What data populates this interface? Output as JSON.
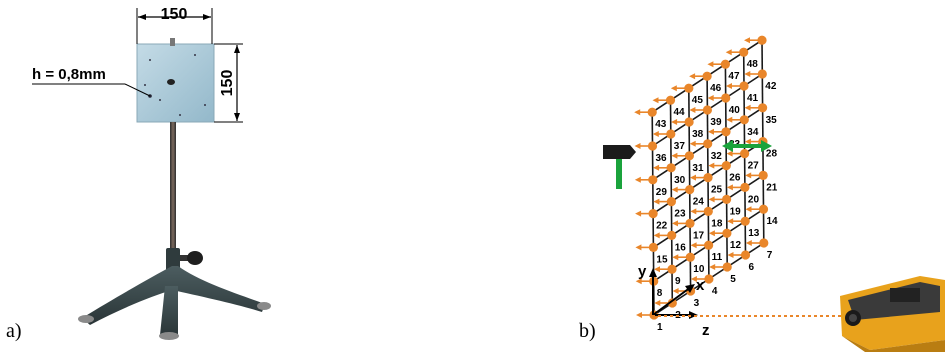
{
  "figure": {
    "panel_a": {
      "label": "a)",
      "plate_width_label": "150",
      "plate_height_label": "150",
      "thickness_label": "h = 0,8mm"
    },
    "panel_b": {
      "label": "b)",
      "axis_x": "x",
      "axis_y": "y",
      "axis_z": "z",
      "point_labels": [
        "1",
        "2",
        "3",
        "4",
        "5",
        "6",
        "7",
        "8",
        "9",
        "10",
        "11",
        "12",
        "13",
        "14",
        "15",
        "16",
        "17",
        "18",
        "19",
        "20",
        "21",
        "22",
        "23",
        "24",
        "25",
        "26",
        "27",
        "28",
        "29",
        "30",
        "31",
        "32",
        "33",
        "34",
        "35",
        "36",
        "37",
        "38",
        "39",
        "40",
        "41",
        "42",
        "43",
        "44",
        "45",
        "46",
        "47",
        "48"
      ]
    }
  },
  "colors": {
    "node": "#e9862a",
    "arrow": "#e9862a",
    "grid": "#1a1a1a",
    "exciter": "#1aa33c",
    "plate": "#a9c7d8",
    "stand": "#3b4a4d"
  }
}
